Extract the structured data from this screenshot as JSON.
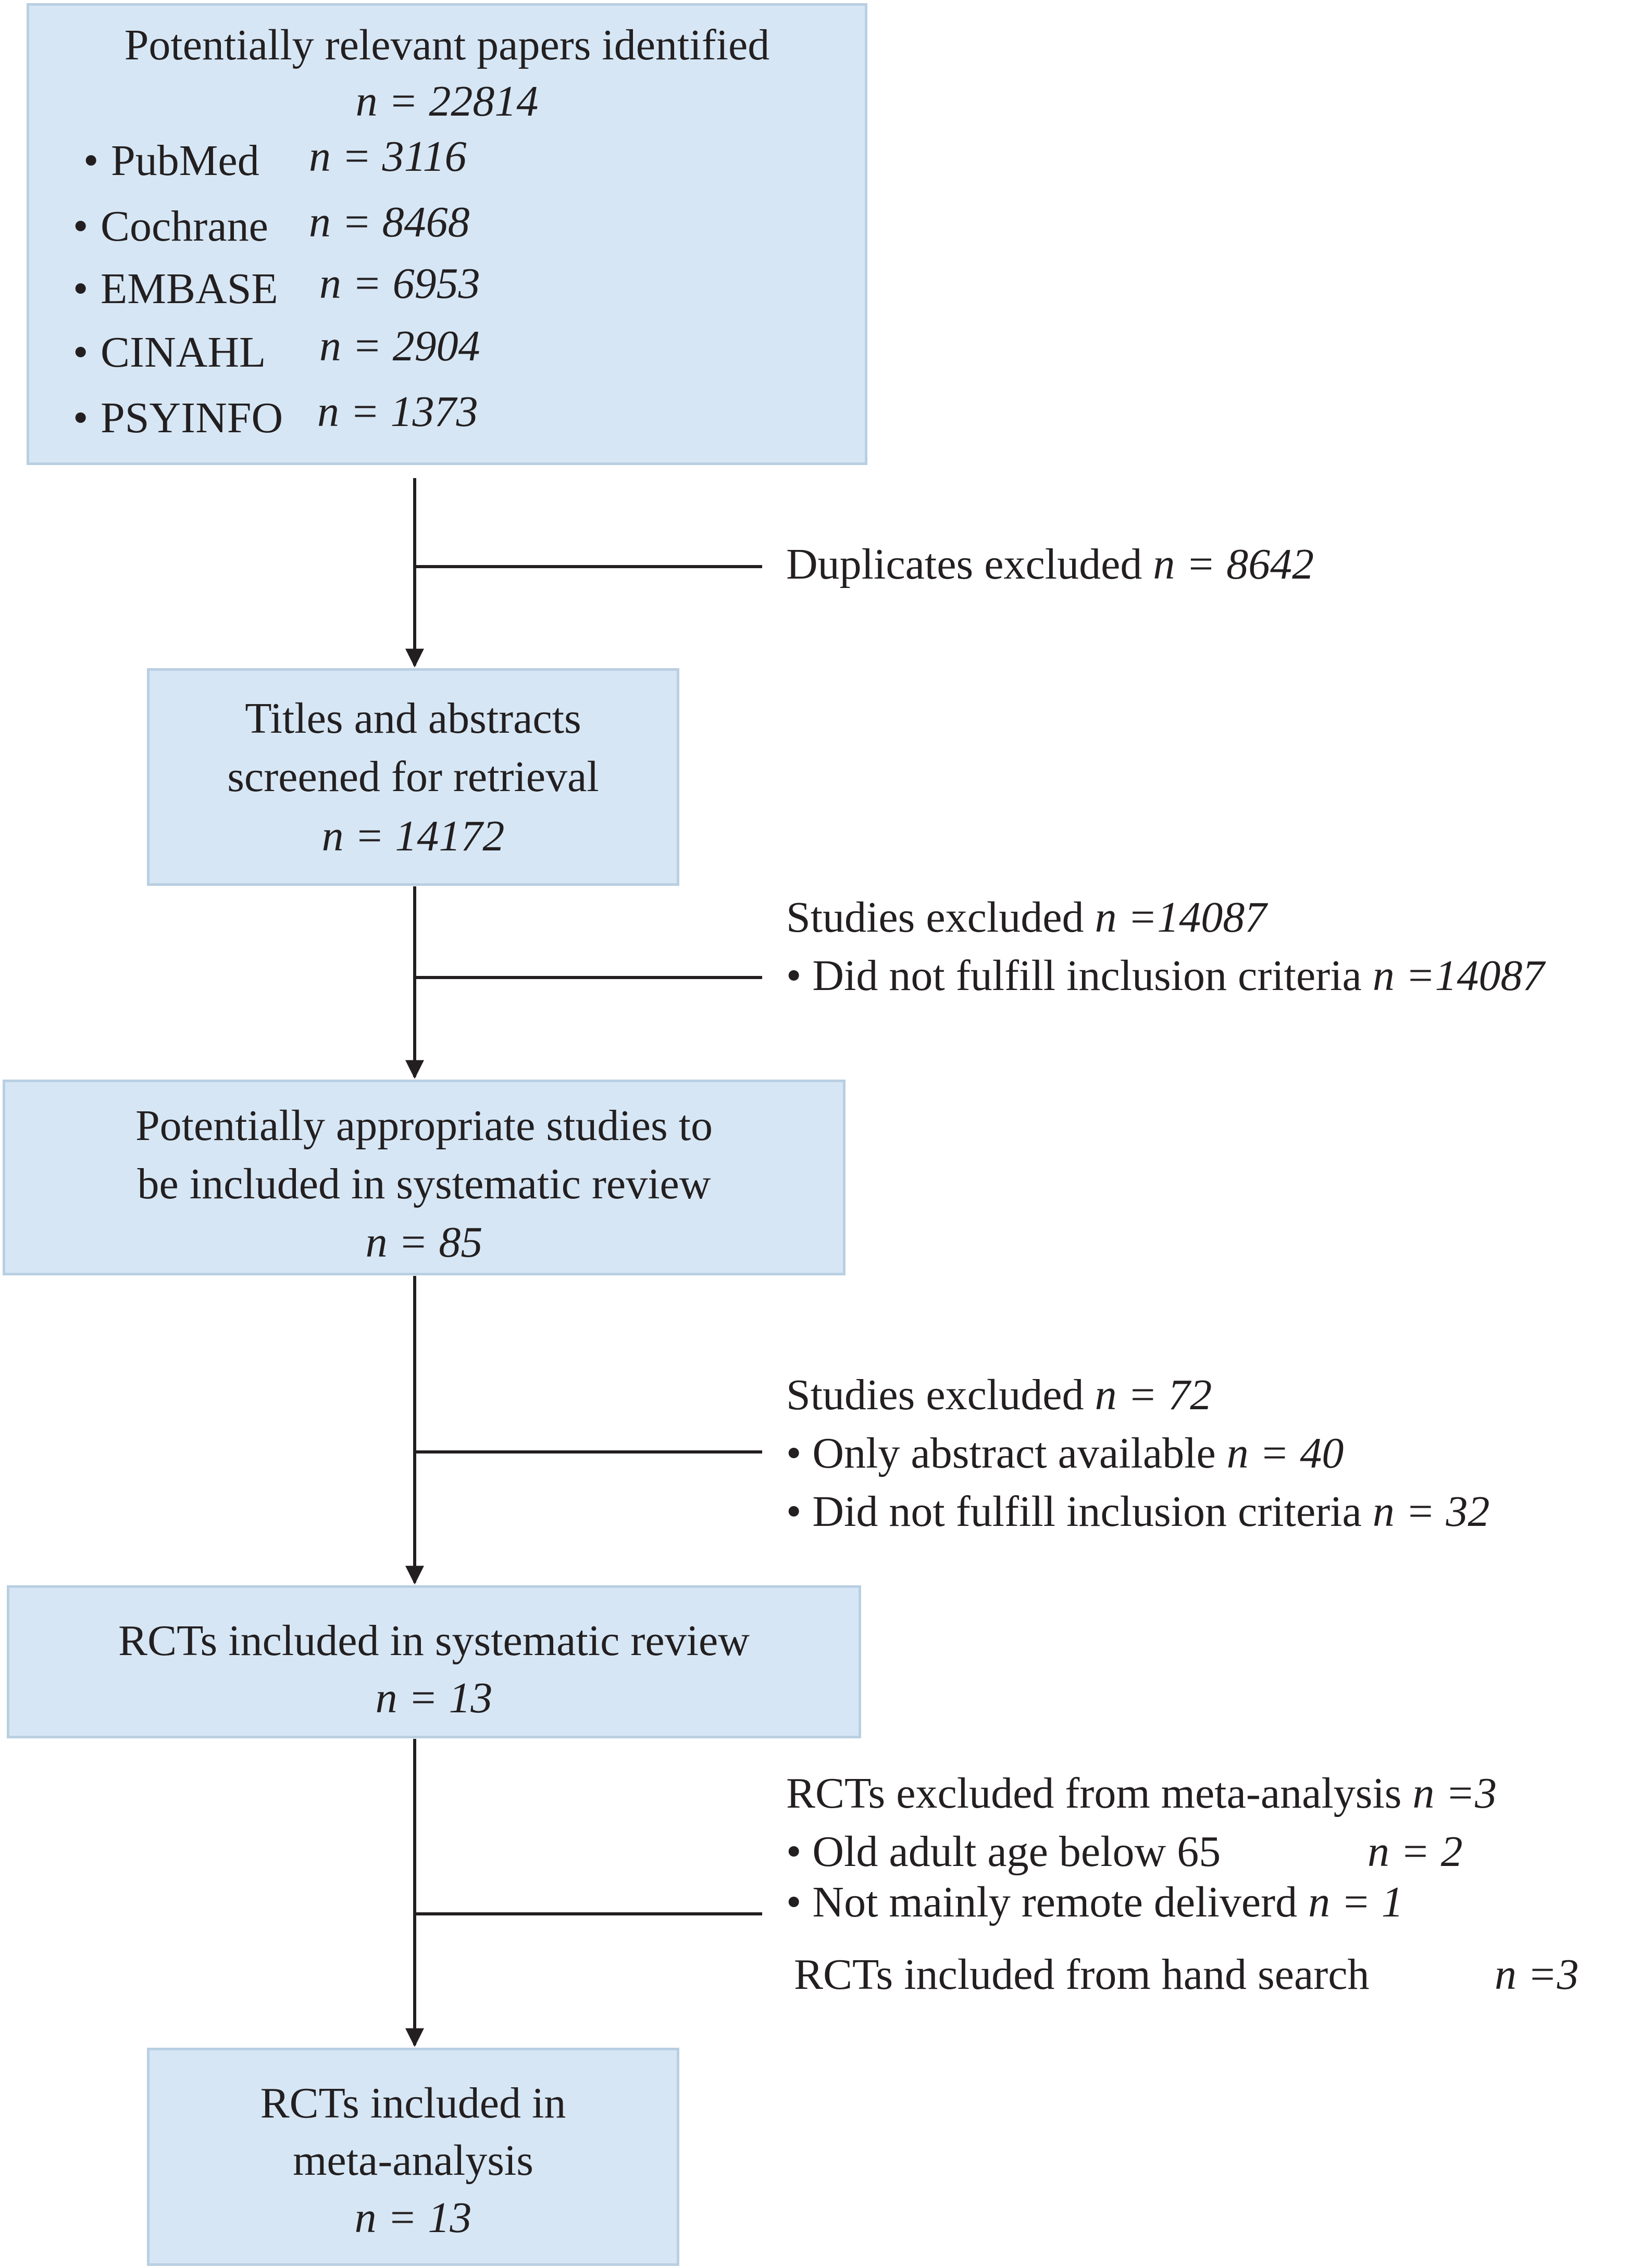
{
  "diagram": {
    "box_fill": "#d6e6f4",
    "box_border": "#b9cfe2",
    "line_color": "#231f20",
    "identified": {
      "title": "Potentially relevant papers identified",
      "count": "n = 22814",
      "sources": [
        {
          "bullet": "•",
          "name": "PubMed",
          "count": "n = 3116"
        },
        {
          "bullet": "•",
          "name": "Cochrane",
          "count": "n = 8468"
        },
        {
          "bullet": "•",
          "name": "EMBASE",
          "count": "n = 6953"
        },
        {
          "bullet": "•",
          "name": "CINAHL",
          "count": "n = 2904"
        },
        {
          "bullet": "•",
          "name": "PSYINFO",
          "count": "n = 1373"
        }
      ]
    },
    "duplicates": {
      "label": "Duplicates excluded",
      "count": "n = 8642"
    },
    "screened": {
      "line1": "Titles and abstracts",
      "line2": "screened for retrieval",
      "count": "n = 14172"
    },
    "excluded1": {
      "label": "Studies excluded",
      "count": "n =14087",
      "reasons": [
        {
          "text": "• Did not fulfill inclusion criteria",
          "count": "n =14087"
        }
      ]
    },
    "appropriate": {
      "line1": "Potentially appropriate studies to",
      "line2": "be included in systematic review",
      "count": "n = 85"
    },
    "excluded2": {
      "label": "Studies excluded",
      "count": "n = 72",
      "reasons": [
        {
          "text": "• Only abstract available",
          "count": "n = 40"
        },
        {
          "text": "• Did not fulfill inclusion criteria",
          "count": "n = 32"
        }
      ]
    },
    "systematic": {
      "line1": "RCTs included in systematic review",
      "count": "n = 13"
    },
    "excluded3": {
      "label": "RCTs excluded from meta-analysis",
      "count": "n =3",
      "reasons": [
        {
          "text": "• Old adult age below 65",
          "count": "n = 2"
        },
        {
          "text": "• Not mainly remote deliverd",
          "count": "n = 1"
        }
      ],
      "hand_search": {
        "label": "RCTs included from hand search",
        "count": "n =3"
      }
    },
    "meta": {
      "line1": "RCTs included in",
      "line2": "meta-analysis",
      "count": "n = 13"
    }
  }
}
